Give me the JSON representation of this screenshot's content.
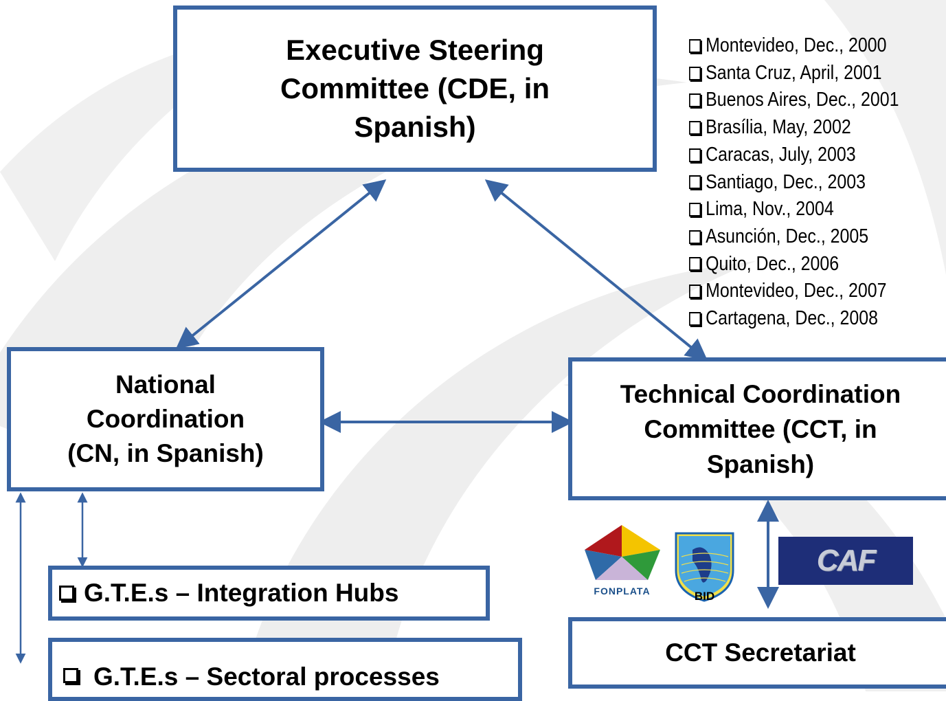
{
  "boxes": {
    "cde": [
      "Executive Steering",
      "Committee (CDE, in",
      "Spanish)"
    ],
    "cn": [
      "National",
      "Coordination",
      "(CN, in Spanish)"
    ],
    "cct": [
      "Technical Coordination",
      "Committee (CCT, in",
      "Spanish)"
    ],
    "secretariat": "CCT Secretariat"
  },
  "gte": {
    "hubs": "G.T.E.s – Integration Hubs",
    "sectoral": "G.T.E.s – Sectoral processes"
  },
  "meetings": [
    "Montevideo, Dec.,  2000",
    "Santa Cruz, April, 2001",
    "Buenos Aires, Dec., 2001",
    "Brasília, May, 2002",
    "Caracas, July, 2003",
    "Santiago, Dec., 2003",
    "Lima, Nov., 2004",
    "Asunción, Dec., 2005",
    "Quito, Dec., 2006",
    "Montevideo, Dec.,  2007",
    "Cartagena, Dec., 2008"
  ],
  "logos": {
    "fonplata": "FONPLATA",
    "bid": "BID",
    "caf": "CAF"
  },
  "colors": {
    "box_border": "#3a65a3",
    "arrow": "#3a65a3",
    "background_swirl": "#e6e6e6",
    "caf_bg": "#1e2e78"
  },
  "icons": [
    "checkbox-icon",
    "double-arrow-icon",
    "fonplata-logo",
    "bid-logo",
    "caf-logo"
  ]
}
